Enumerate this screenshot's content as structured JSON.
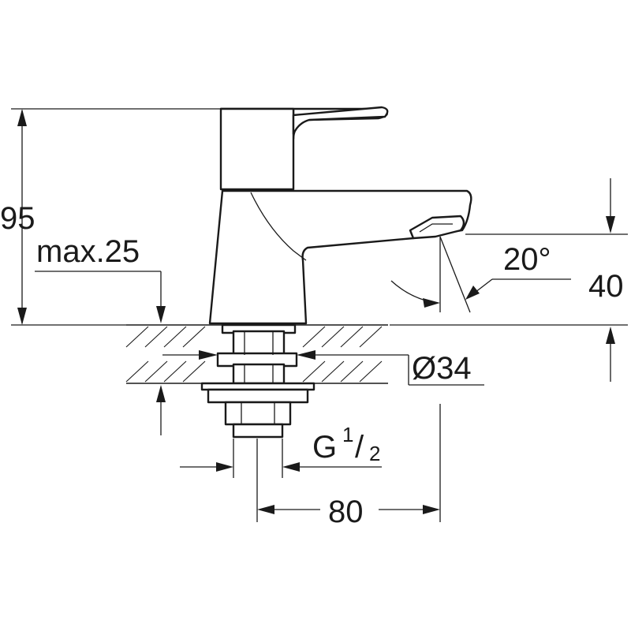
{
  "dimensions": {
    "height_total": "95",
    "deck_thickness_max": "max.25",
    "spout_height": "40",
    "spout_angle": "20°",
    "shank_diameter": "Ø34",
    "thread_letter": "G",
    "thread_numerator": "1",
    "thread_slash": "/",
    "thread_denominator": "2",
    "reach": "80"
  }
}
